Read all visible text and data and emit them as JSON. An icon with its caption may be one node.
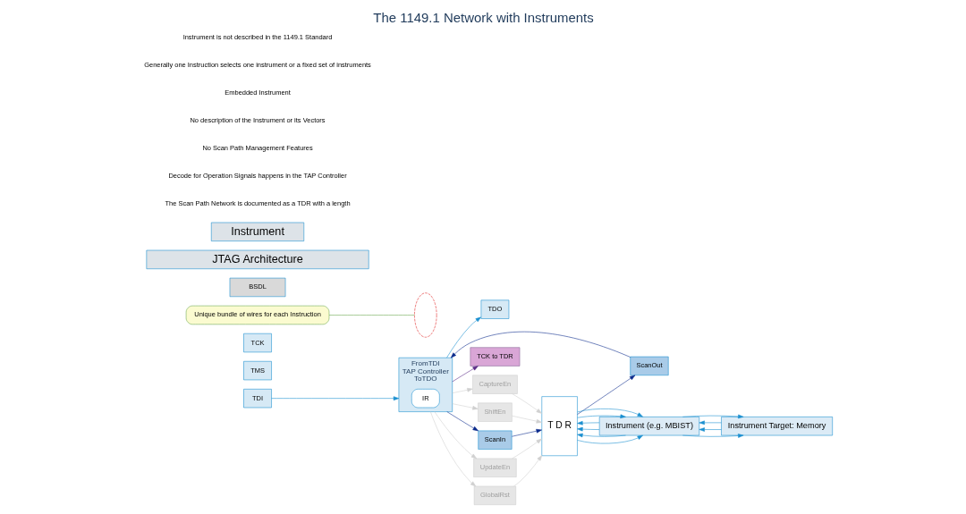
{
  "diagram": {
    "title": "The 1149.1 Network with Instruments",
    "nodes": [
      {
        "text": [
          "TDI"
        ]
      },
      {
        "text": [
          "TMS"
        ]
      },
      {
        "text": [
          "TCK"
        ]
      },
      {
        "text": [
          "TDO"
        ]
      },
      {
        "text": [
          "FromTDI",
          "TAP Controller",
          "ToTDO"
        ]
      },
      {
        "text": [
          "IR"
        ],
        "in": 4
      },
      {
        "text": [
          "ScanIn"
        ]
      },
      {
        "text": [
          "TCK to TDR"
        ]
      },
      {
        "text": [
          "ScanOut"
        ]
      },
      {
        "text": [
          "GlobalRst"
        ]
      },
      {
        "text": [
          "CaptureEn"
        ]
      },
      {
        "text": [
          "ShiftEn"
        ]
      },
      {
        "text": [
          "UpdateEn"
        ]
      },
      {
        "text": [
          "T D R"
        ]
      },
      {
        "text": [
          "Instrument (e.g. MBIST)"
        ]
      },
      {
        "text": [
          "Instrument Target: Memory"
        ]
      },
      {
        "text": [
          "Unique bundle of wires for each Instruction"
        ]
      },
      {
        "text": [],
        "shape": "ellipse"
      },
      {
        "text": [
          "BSDL"
        ]
      },
      {
        "text": [
          "JTAG Architecture"
        ]
      },
      {
        "text": [
          "Instrument"
        ]
      }
    ],
    "edges": [
      {
        "from": 0,
        "to": 4,
        "arrow": "to",
        "color": "#1a8fd0"
      },
      {
        "from": 4,
        "to": 6,
        "arrow": "to",
        "color": "#0a2a8c"
      },
      {
        "from": 6,
        "to": 13,
        "arrow": "to",
        "color": "#0a2a8c"
      },
      {
        "from": 4,
        "to": 7,
        "arrow": "to",
        "color": "#5b2a86"
      },
      {
        "from": 13,
        "to": 8,
        "arrow": "to",
        "color": "#0a2a8c"
      },
      {
        "from": 8,
        "to": 4,
        "arrow": "to",
        "color": "#0a2a8c"
      },
      {
        "from": 4,
        "to": 3,
        "arrow": "to",
        "color": "#1a8fd0"
      },
      {
        "from": 4,
        "to": 9,
        "arrow": "to",
        "color": "#d0d0d0"
      },
      {
        "from": 4,
        "to": 10,
        "arrow": "to",
        "color": "#d0d0d0"
      },
      {
        "from": 4,
        "to": 11,
        "arrow": "to",
        "color": "#d0d0d0"
      },
      {
        "from": 4,
        "to": 12,
        "arrow": "to",
        "color": "#d0d0d0"
      },
      {
        "from": 9,
        "to": 13,
        "arrow": "to",
        "color": "#d0d0d0"
      },
      {
        "from": 10,
        "to": 13,
        "arrow": "to",
        "color": "#d0d0d0"
      },
      {
        "from": 11,
        "to": 13,
        "arrow": "to",
        "color": "#d0d0d0"
      },
      {
        "from": 12,
        "to": 13,
        "arrow": "to",
        "color": "#d0d0d0"
      },
      {
        "from": 14,
        "to": 13,
        "arrow": "to",
        "color": "#1a8fd0"
      },
      {
        "from": 14,
        "to": 13,
        "arrow": "to",
        "color": "#1a8fd0"
      },
      {
        "from": 14,
        "to": 13,
        "arrow": "to",
        "color": "#1a8fd0"
      },
      {
        "from": 13,
        "to": 14,
        "arrow": "to",
        "color": "#1a8fd0"
      },
      {
        "from": 13,
        "to": 14,
        "arrow": "to",
        "color": "#1a8fd0"
      },
      {
        "from": 13,
        "to": 14,
        "arrow": "to",
        "color": "#1a8fd0"
      },
      {
        "from": 15,
        "to": 14,
        "arrow": "to",
        "color": "#1a8fd0"
      },
      {
        "from": 15,
        "to": 14,
        "arrow": "to",
        "color": "#1a8fd0"
      },
      {
        "from": 14,
        "to": 15,
        "arrow": "to",
        "color": "#1a8fd0"
      },
      {
        "from": 14,
        "to": 15,
        "arrow": "to",
        "color": "#1a8fd0"
      },
      {
        "from": 16,
        "to": 17,
        "arrow": "none",
        "color": "#6aa84f"
      }
    ],
    "labels": [
      "The Scan Path Network is documented as a TDR with a length",
      "Decode for Operation Signals happens in the TAP Controller",
      "No Scan Path Management Features",
      "No description of the Instrument or its Vectors",
      "Embedded Instrument",
      "Generally one Instruction selects one instrument or a fixed set of instruments",
      "Instrument is not described in the 1149.1 Standard"
    ]
  }
}
